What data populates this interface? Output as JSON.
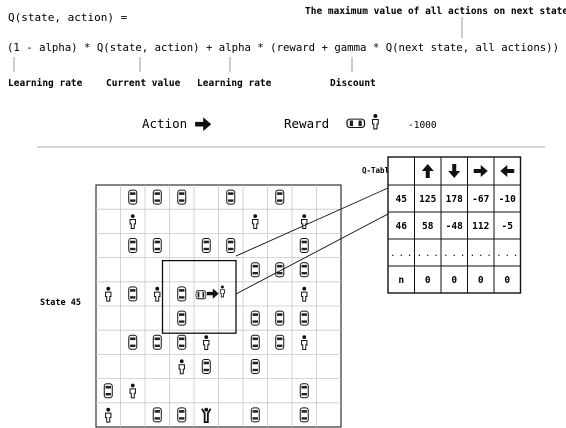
{
  "formula": {
    "lhs": "Q(state, action) =",
    "expression": "(1 - alpha) * Q(state, action) + alpha * (reward + gamma * Q(next state, all actions))",
    "annotations": {
      "max_next": "The maximum value of all actions on next state",
      "learning_rate_1": "Learning rate",
      "current_value": "Current value",
      "learning_rate_2": "Learning rate",
      "discount": "Discount"
    }
  },
  "legend": {
    "action_label": "Action",
    "action_icon": "arrow-right-icon",
    "reward_label": "Reward",
    "reward_icons": [
      "car-icon",
      "person-icon"
    ],
    "reward_value": "-1000"
  },
  "grid": {
    "state_label": "State 45",
    "rows": 10,
    "cols": 10,
    "icon_types": {
      "c": "car-icon",
      "p": "person-icon",
      "y": "person-arms-up-icon"
    },
    "cells": [
      [
        "",
        "c",
        "c",
        "c",
        "",
        "c",
        "",
        "c",
        "",
        ""
      ],
      [
        "",
        "p",
        "",
        "",
        "",
        "",
        "p",
        "",
        "p",
        ""
      ],
      [
        "",
        "c",
        "c",
        "",
        "c",
        "c",
        "",
        "",
        "c",
        ""
      ],
      [
        "",
        "",
        "",
        "",
        "",
        "",
        "c",
        "c",
        "c",
        ""
      ],
      [
        "p",
        "c",
        "p",
        "c",
        "",
        "",
        "",
        "",
        "p",
        ""
      ],
      [
        "",
        "",
        "",
        "c",
        "",
        "",
        "c",
        "c",
        "c",
        ""
      ],
      [
        "",
        "c",
        "c",
        "c",
        "p",
        "",
        "c",
        "c",
        "p",
        ""
      ],
      [
        "",
        "",
        "",
        "p",
        "c",
        "",
        "c",
        "",
        "",
        ""
      ],
      [
        "c",
        "p",
        "",
        "",
        "",
        "",
        "",
        "",
        "c",
        ""
      ],
      [
        "p",
        "",
        "c",
        "c",
        "y",
        "",
        "c",
        "",
        "c",
        ""
      ]
    ],
    "agent_row": 4,
    "agent_col": 4
  },
  "qtable": {
    "title": "Q-Table",
    "header_icons": [
      "arrow-up-icon",
      "arrow-down-icon",
      "arrow-right-icon",
      "arrow-left-icon"
    ],
    "rows": [
      [
        "45",
        "125",
        "178",
        "-67",
        "-10"
      ],
      [
        "46",
        "58",
        "-48",
        "112",
        "-5"
      ],
      [
        ". . .",
        ". . .",
        ". . .",
        ". . .",
        ". . ."
      ],
      [
        "n",
        "0",
        "0",
        "0",
        "0"
      ]
    ]
  }
}
